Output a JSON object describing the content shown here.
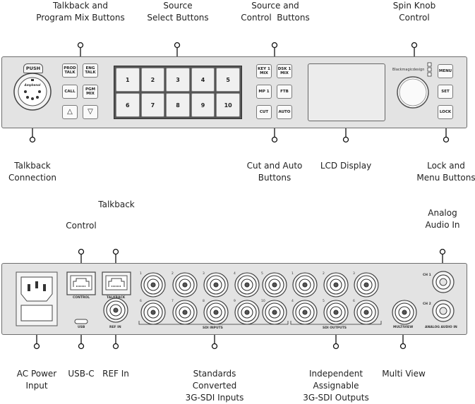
{
  "callouts": {
    "talkback_program_mix": "Talkback and\nProgram Mix Buttons",
    "source_select": "Source\nSelect Buttons",
    "source_control": "Source and\nControl  Buttons",
    "spin_knob": "Spin Knob\nControl",
    "talkback_connection": "Talkback\nConnection",
    "cut_auto": "Cut and Auto\nButtons",
    "lcd_display": "LCD Display",
    "lock_menu": "Lock and\nMenu Buttons",
    "talkback": "Talkback",
    "control": "Control",
    "analog_audio_in": "Analog\nAudio In",
    "ac_power": "AC Power\nInput",
    "usb_c": "USB-C",
    "ref_in": "REF In",
    "sdi_inputs": "Standards\nConverted\n3G-SDI Inputs",
    "sdi_outputs": "Independent\nAssignable\n3G-SDI Outputs",
    "multi_view": "Multi View"
  },
  "front": {
    "xlr": {
      "push": "PUSH",
      "brand": "Amphenol"
    },
    "talkback_buttons": [
      {
        "label": "PROD\nTALK"
      },
      {
        "label": "ENG\nTALK"
      },
      {
        "label": "CALL"
      },
      {
        "label": "PGM\nMIX"
      }
    ],
    "arrow_up": "△",
    "arrow_down": "▽",
    "source_buttons": [
      "1",
      "2",
      "3",
      "4",
      "5",
      "6",
      "7",
      "8",
      "9",
      "10"
    ],
    "control_buttons": [
      {
        "label": "KEY 1\nMIX"
      },
      {
        "label": "DSK 1\nMIX"
      },
      {
        "label": "MP 1"
      },
      {
        "label": "FTB"
      },
      {
        "label": "CUT"
      },
      {
        "label": "AUTO"
      }
    ],
    "brand": "Blackmagicdesign",
    "side_buttons": [
      "MENU",
      "SET",
      "LOCK"
    ]
  },
  "rear": {
    "control_label": "CONTROL",
    "talkback_label": "TALKBACK",
    "usb_label": "USB",
    "ref_label": "REF IN",
    "sdi_inputs_label": "SDI INPUTS",
    "sdi_outputs_label": "SDI OUTPUTS",
    "multiview_label": "MULTIVIEW",
    "analog_label": "ANALOG AUDIO IN",
    "ch1": "CH 1",
    "ch2": "CH 2",
    "input_numbers": [
      "1",
      "2",
      "3",
      "4",
      "5",
      "6",
      "7",
      "8",
      "9",
      "10"
    ],
    "output_numbers": [
      "1",
      "2",
      "3",
      "4",
      "5",
      "6"
    ]
  }
}
